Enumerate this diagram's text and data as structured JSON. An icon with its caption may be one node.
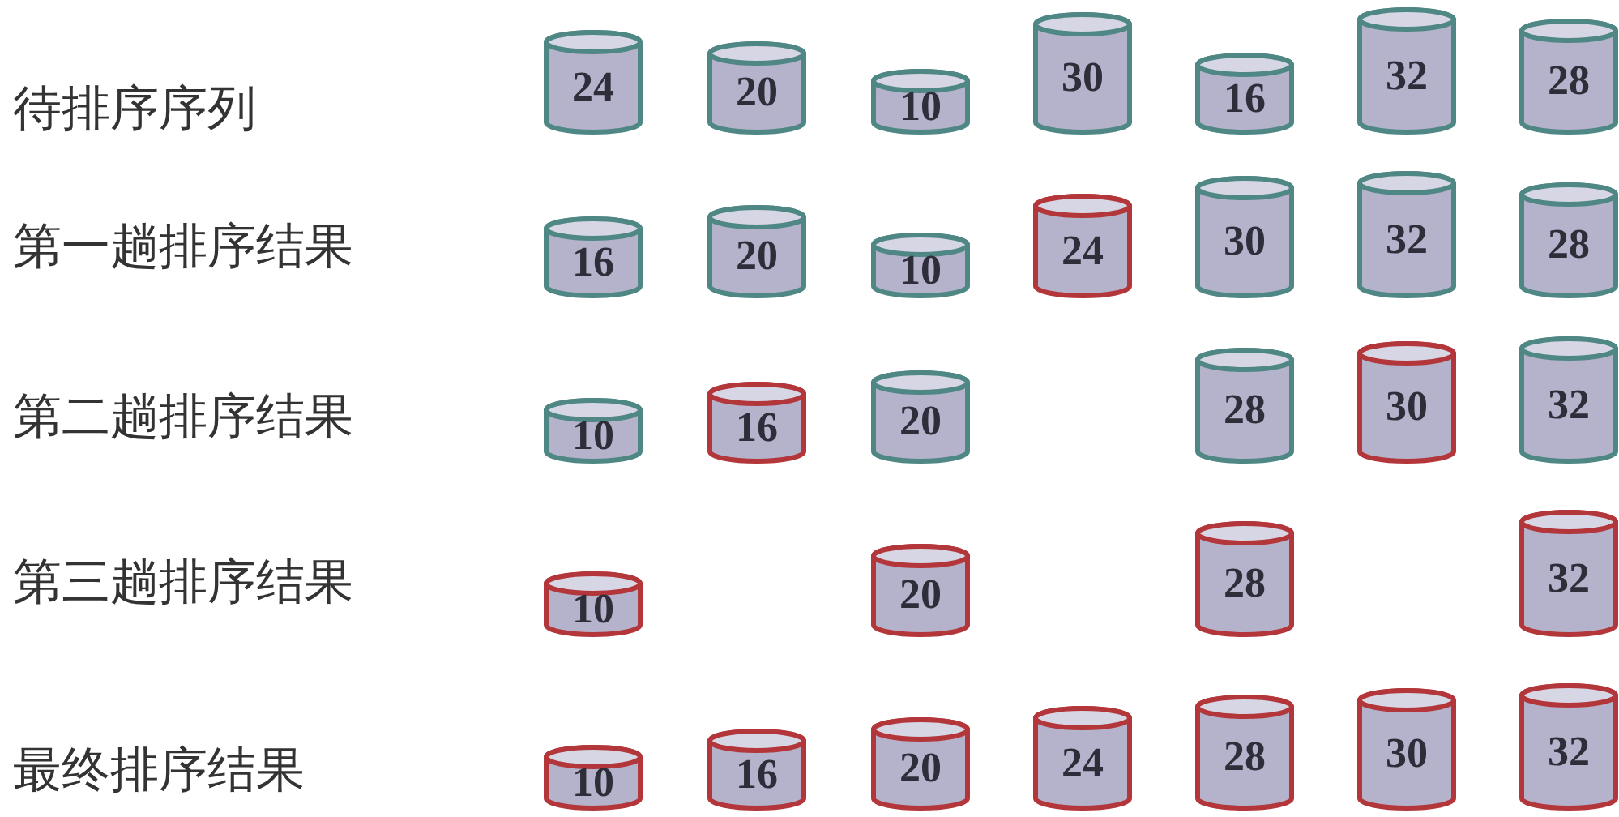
{
  "diagram": {
    "nodes": [
      {
        "text": [
          "24"
        ]
      },
      {
        "text": [
          "20"
        ]
      },
      {
        "text": [
          "10"
        ]
      },
      {
        "text": [
          "30"
        ]
      },
      {
        "text": [
          "16"
        ]
      },
      {
        "text": [
          "32"
        ]
      },
      {
        "text": [
          "28"
        ]
      },
      {
        "text": [
          "16"
        ]
      },
      {
        "text": [
          "20"
        ]
      },
      {
        "text": [
          "10"
        ]
      },
      {
        "text": [
          "24"
        ]
      },
      {
        "text": [
          "30"
        ]
      },
      {
        "text": [
          "32"
        ]
      },
      {
        "text": [
          "28"
        ]
      },
      {
        "text": [
          "10"
        ]
      },
      {
        "text": [
          "16"
        ]
      },
      {
        "text": [
          "20"
        ]
      },
      {
        "text": [
          "28"
        ]
      },
      {
        "text": [
          "30"
        ]
      },
      {
        "text": [
          "32"
        ]
      },
      {
        "text": [
          "10"
        ]
      },
      {
        "text": [
          "20"
        ]
      },
      {
        "text": [
          "28"
        ]
      },
      {
        "text": [
          "32"
        ]
      },
      {
        "text": [
          "10"
        ]
      },
      {
        "text": [
          "16"
        ]
      },
      {
        "text": [
          "20"
        ]
      },
      {
        "text": [
          "24"
        ]
      },
      {
        "text": [
          "28"
        ]
      },
      {
        "text": [
          "30"
        ]
      },
      {
        "text": [
          "32"
        ]
      }
    ],
    "labels": [
      "待排序序列",
      "第一趟排序结果",
      "第二趟排序结果",
      "第三趟排序结果",
      "最终排序结果"
    ]
  }
}
